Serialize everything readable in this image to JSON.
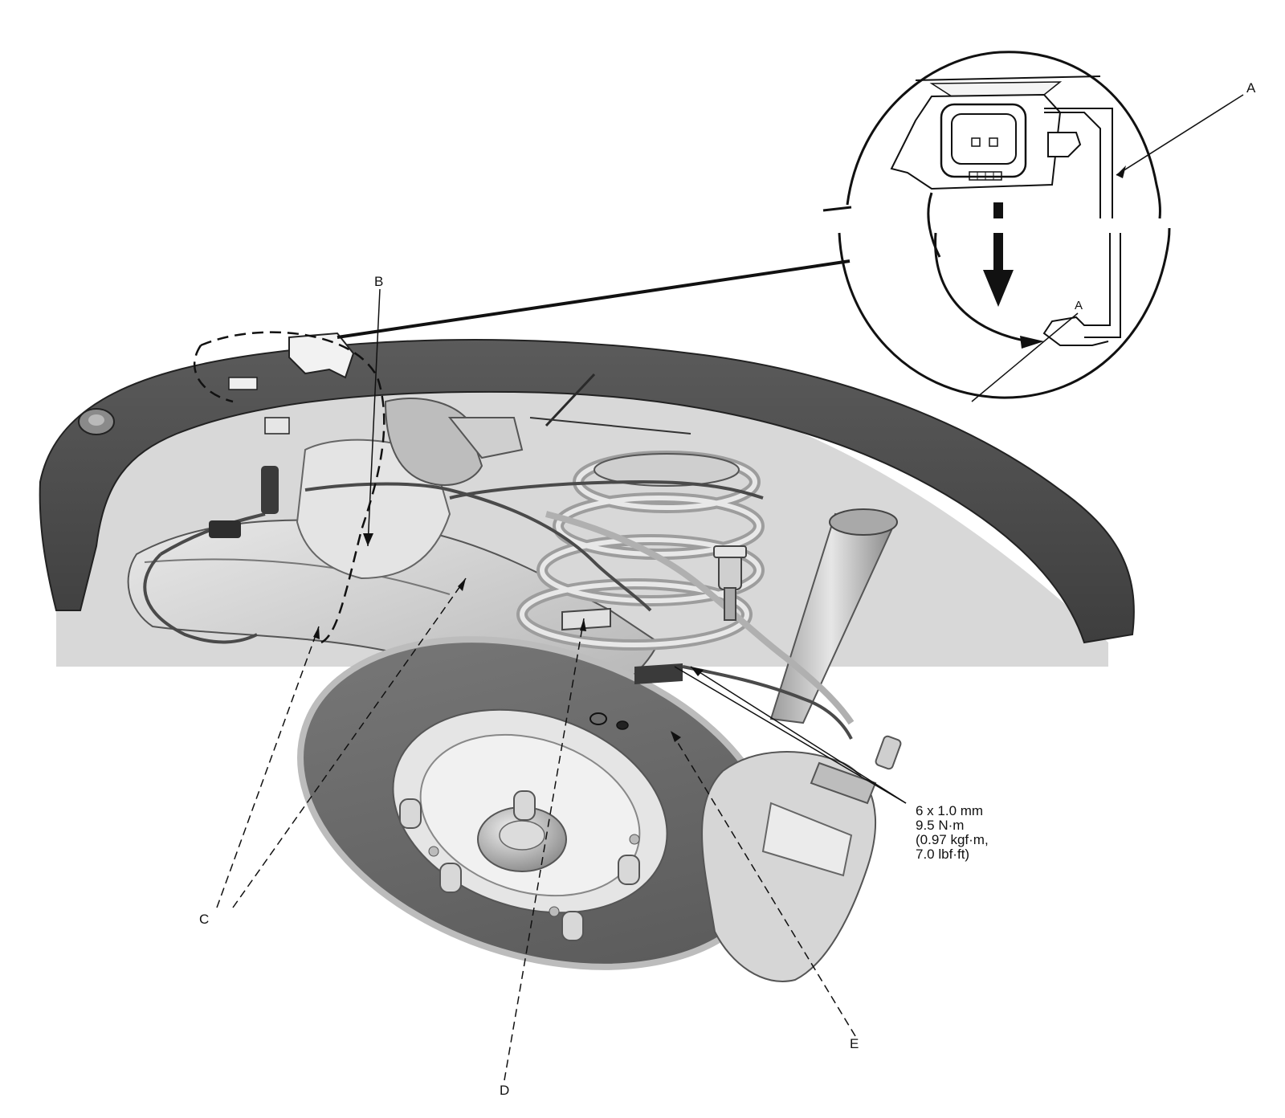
{
  "callouts": {
    "a_detail": "A",
    "a_inner": "A",
    "b": "B",
    "c": "C",
    "d": "D",
    "e": "E"
  },
  "torque_spec": {
    "size": "6 x 1.0 mm",
    "torque_nm": "9.5 N·m",
    "torque_kgfm": "(0.97 kgf·m,",
    "torque_lbfft": "7.0 lbf·ft)"
  },
  "colors": {
    "fender": "#4a4a4a",
    "fender_edge": "#2b2b2b",
    "parts_light": "#dcdcdc",
    "parts_mid": "#b7b7b7",
    "disc": "#6d6d6d",
    "line": "#111111"
  }
}
